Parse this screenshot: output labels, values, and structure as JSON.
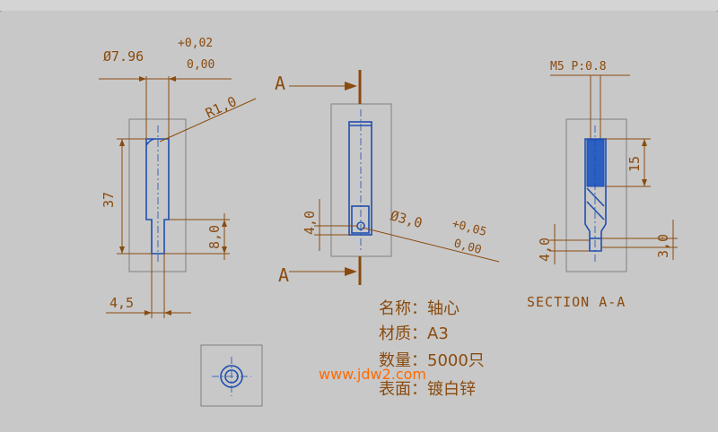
{
  "view_left": {
    "dia_label": "Ø7.96",
    "tol_upper": "+0,02",
    "tol_lower": "0,00",
    "radius_label": "R1,0",
    "length_label": "37",
    "step_label": "8,0",
    "bottom_label": "4,5"
  },
  "view_mid": {
    "section_letter_top": "A",
    "section_letter_bottom": "A",
    "hole_label": "Ø3,0",
    "hole_tol_upper": "+0,05",
    "hole_tol_lower": "0,00",
    "offset_label": "4,0"
  },
  "view_right": {
    "thread_label": "M5 P:0.8",
    "depth_label": "15",
    "offset_label": "4,0",
    "step_label": "3,0",
    "section_caption": "SECTION A-A"
  },
  "notes": [
    "名称：轴心",
    "材质：A3",
    "数量：5000只",
    "表面：镀白锌"
  ],
  "watermark": "www.jdw2.com",
  "colors": {
    "background": "#c8c8c8",
    "dimension": "#8a4b0f",
    "part_outline": "#1f4fb0",
    "watermark": "#ff6a00"
  }
}
